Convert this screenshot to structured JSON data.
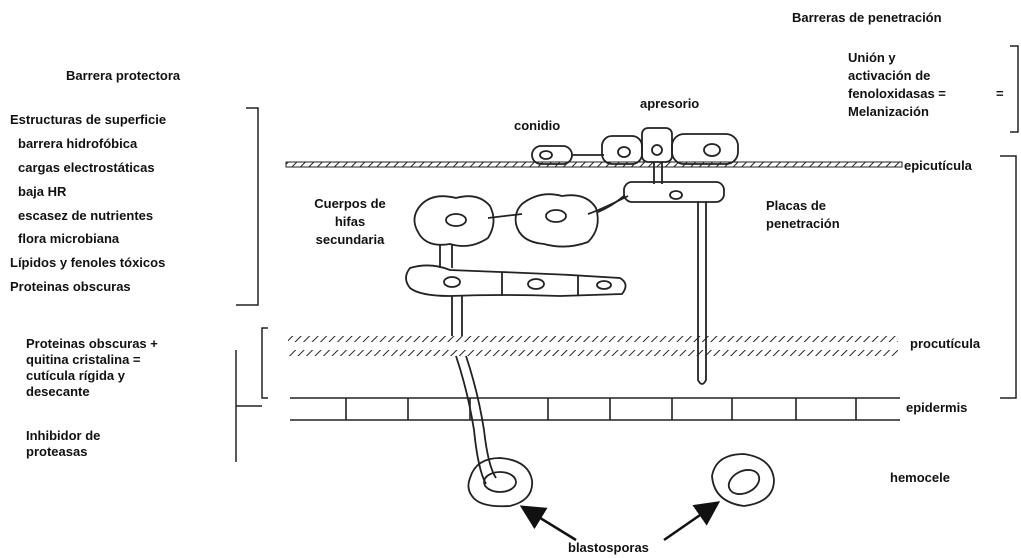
{
  "header": {
    "right_title": "Barreras de penetración"
  },
  "left_column": {
    "title": "Barrera protectora",
    "surface_heading": "Estructuras de superficie",
    "surface_items": [
      "barrera hidrofóbica",
      "cargas electrostáticas",
      "baja HR",
      "escasez de nutrientes",
      "flora microbiana"
    ],
    "lipids": "Lípidos y fenoles tóxicos",
    "proteins": "Proteinas   obscuras",
    "rigid_cuticle_lines": [
      "Proteinas  obscuras +",
      "quitina cristalina =",
      "cutícula rígida y",
      "desecante"
    ],
    "inhibitor_lines": [
      "Inhibidor de",
      "proteasas"
    ]
  },
  "center_labels": {
    "conidium": "conidio",
    "appressorium": "apresorio",
    "secondary_hyphae_lines": [
      "Cuerpos de",
      "hifas",
      "secundaria"
    ],
    "penetration_plates_lines": [
      "Placas de",
      "penetración"
    ],
    "blastospores": "blastosporas"
  },
  "right_labels": {
    "melanization_lines": [
      "Unión y",
      "activación de",
      "fenoloxidasas =",
      "Melanización"
    ],
    "equals": "=",
    "epicuticle": "epicutícula",
    "procuticle": "procutícula",
    "epidermis": "epidermis",
    "hemocoel": "hemocele"
  }
}
